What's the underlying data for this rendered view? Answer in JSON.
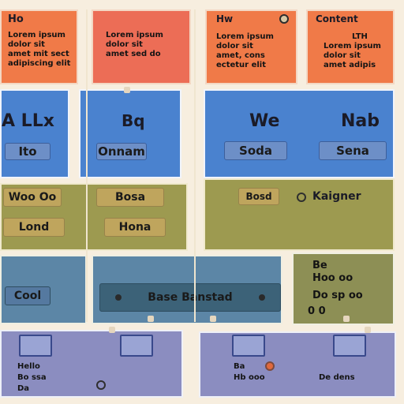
{
  "colors": {
    "orange": "#f07a48",
    "blue": "#4a82cf",
    "olive": "#9d9a50",
    "steel": "#5c86a6",
    "lilac": "#8b8dc0"
  },
  "panels": {
    "p1": {
      "title": "Ho ",
      "lines": [
        "Lorem ipsum",
        "dolor sit",
        "amet mit sect",
        "adipiscing elit"
      ]
    },
    "p2": {
      "lines": [
        "Lorem ipsum",
        "dolor sit",
        "amet sed do"
      ]
    },
    "p3": {
      "title": "Hw ",
      "lines": [
        "Lorem ipsum",
        "dolor sit",
        "amet, cons",
        "ectetur elit"
      ]
    },
    "p4": {
      "title": "Content",
      "lines": [
        "LTH",
        "Lorem ipsum",
        "dolor sit",
        "amet adipis"
      ]
    },
    "p5": {
      "title": "A LLx",
      "chip": "Ito"
    },
    "p6": {
      "title": "Bq",
      "chip": "Onnam"
    },
    "p7": {
      "title": "We",
      "chip": "Soda"
    },
    "p8": {
      "title": "Nab",
      "chip": "Sena"
    },
    "p9": {
      "chip1": "Woo Oo",
      "chip2": "Lond"
    },
    "p10": {
      "chip1": "Bosa",
      "chip2": "Hona"
    },
    "p11": {
      "label": "Kaigner",
      "chip": "Bosd"
    },
    "p12": {
      "chip": "Cool"
    },
    "p13": {
      "label": "Base Banstad"
    },
    "p14": {
      "lines": [
        "Be",
        "Hoo oo",
        "Do sp oo",
        "0 0"
      ]
    },
    "p15": {
      "lines": [
        "Hello",
        "Bo ssa",
        "Da"
      ]
    },
    "p16": {
      "lines": [
        "Ba",
        "Hb ooo",
        "De dens"
      ]
    }
  }
}
